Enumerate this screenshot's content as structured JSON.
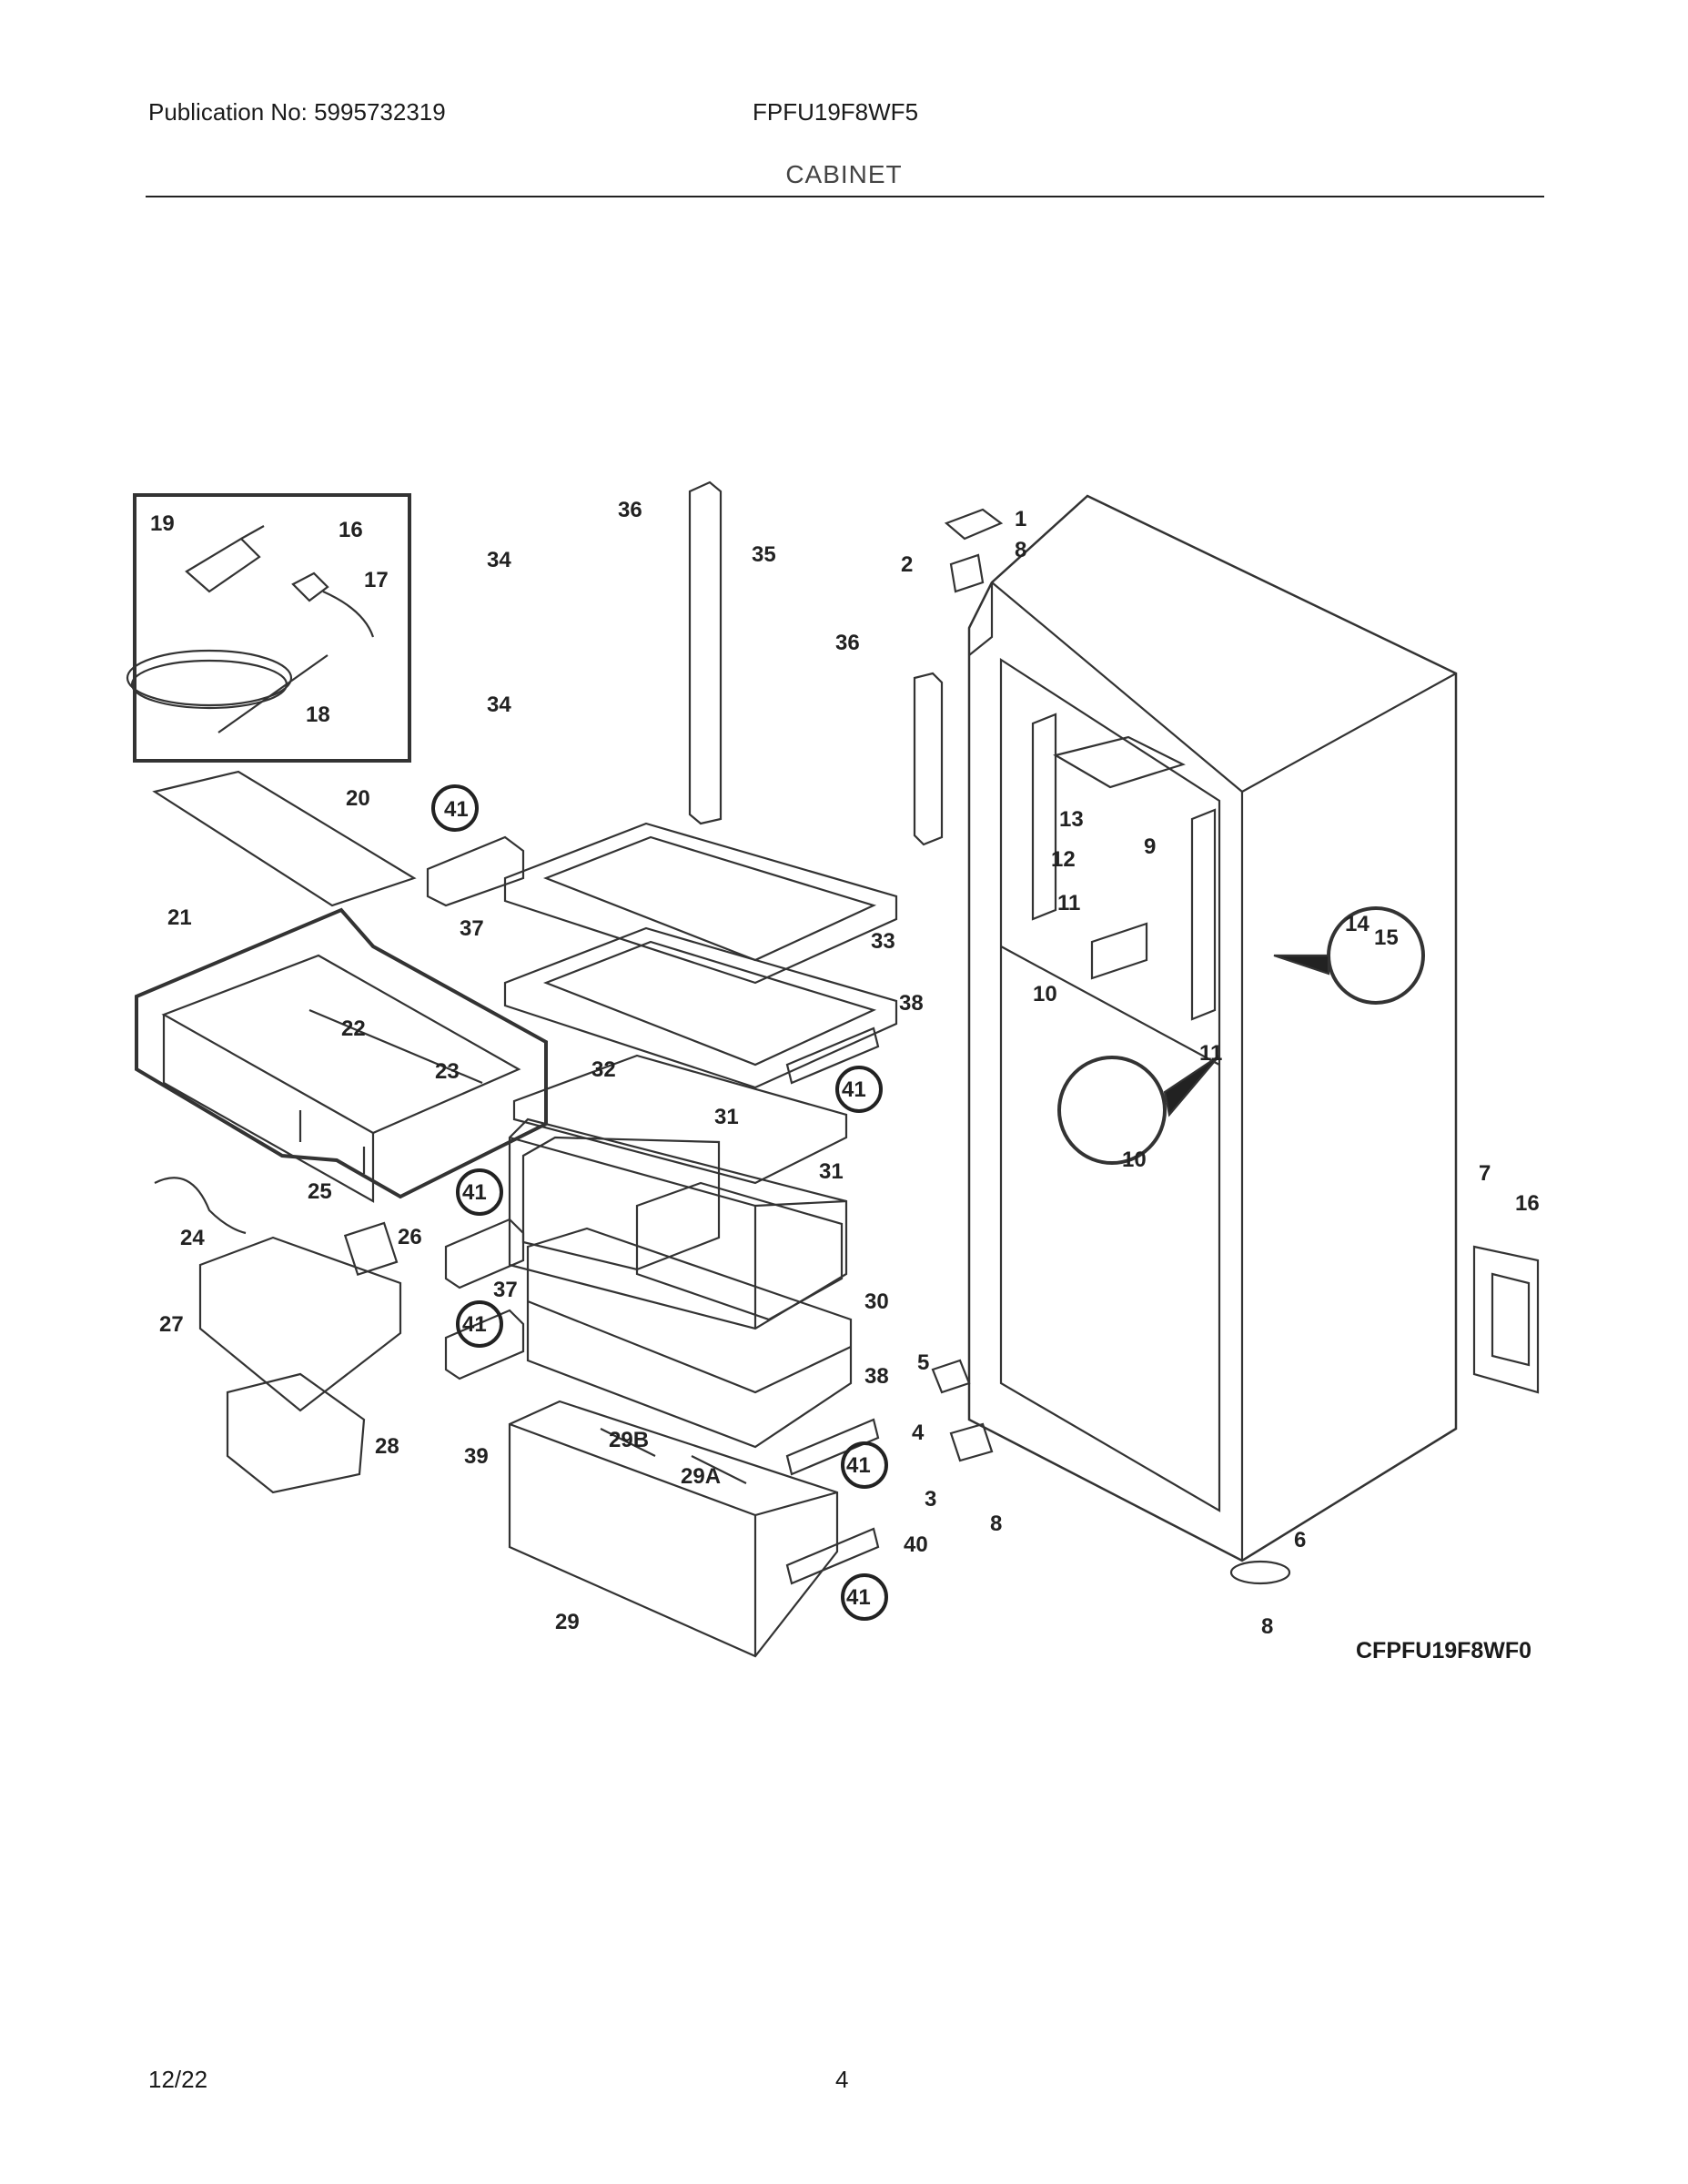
{
  "header": {
    "publication": "Publication No: 5995732319",
    "model": "FPFU19F8WF5",
    "section": "CABINET"
  },
  "footer": {
    "date": "12/22",
    "page": "4"
  },
  "diagram_code": "CFPFU19F8WF0",
  "callouts": [
    "1",
    "2",
    "8",
    "35",
    "36",
    "36",
    "34",
    "34",
    "19",
    "16",
    "17",
    "18",
    "20",
    "41",
    "37",
    "21",
    "22",
    "23",
    "32",
    "33",
    "38",
    "41",
    "31",
    "31",
    "41",
    "37",
    "30",
    "41",
    "39",
    "29B",
    "29A",
    "29",
    "38",
    "41",
    "40",
    "41",
    "5",
    "4",
    "3",
    "8",
    "6",
    "8",
    "13",
    "12",
    "9",
    "11",
    "10",
    "14",
    "15",
    "11",
    "10",
    "7",
    "16",
    "24",
    "25",
    "26",
    "27",
    "28"
  ]
}
